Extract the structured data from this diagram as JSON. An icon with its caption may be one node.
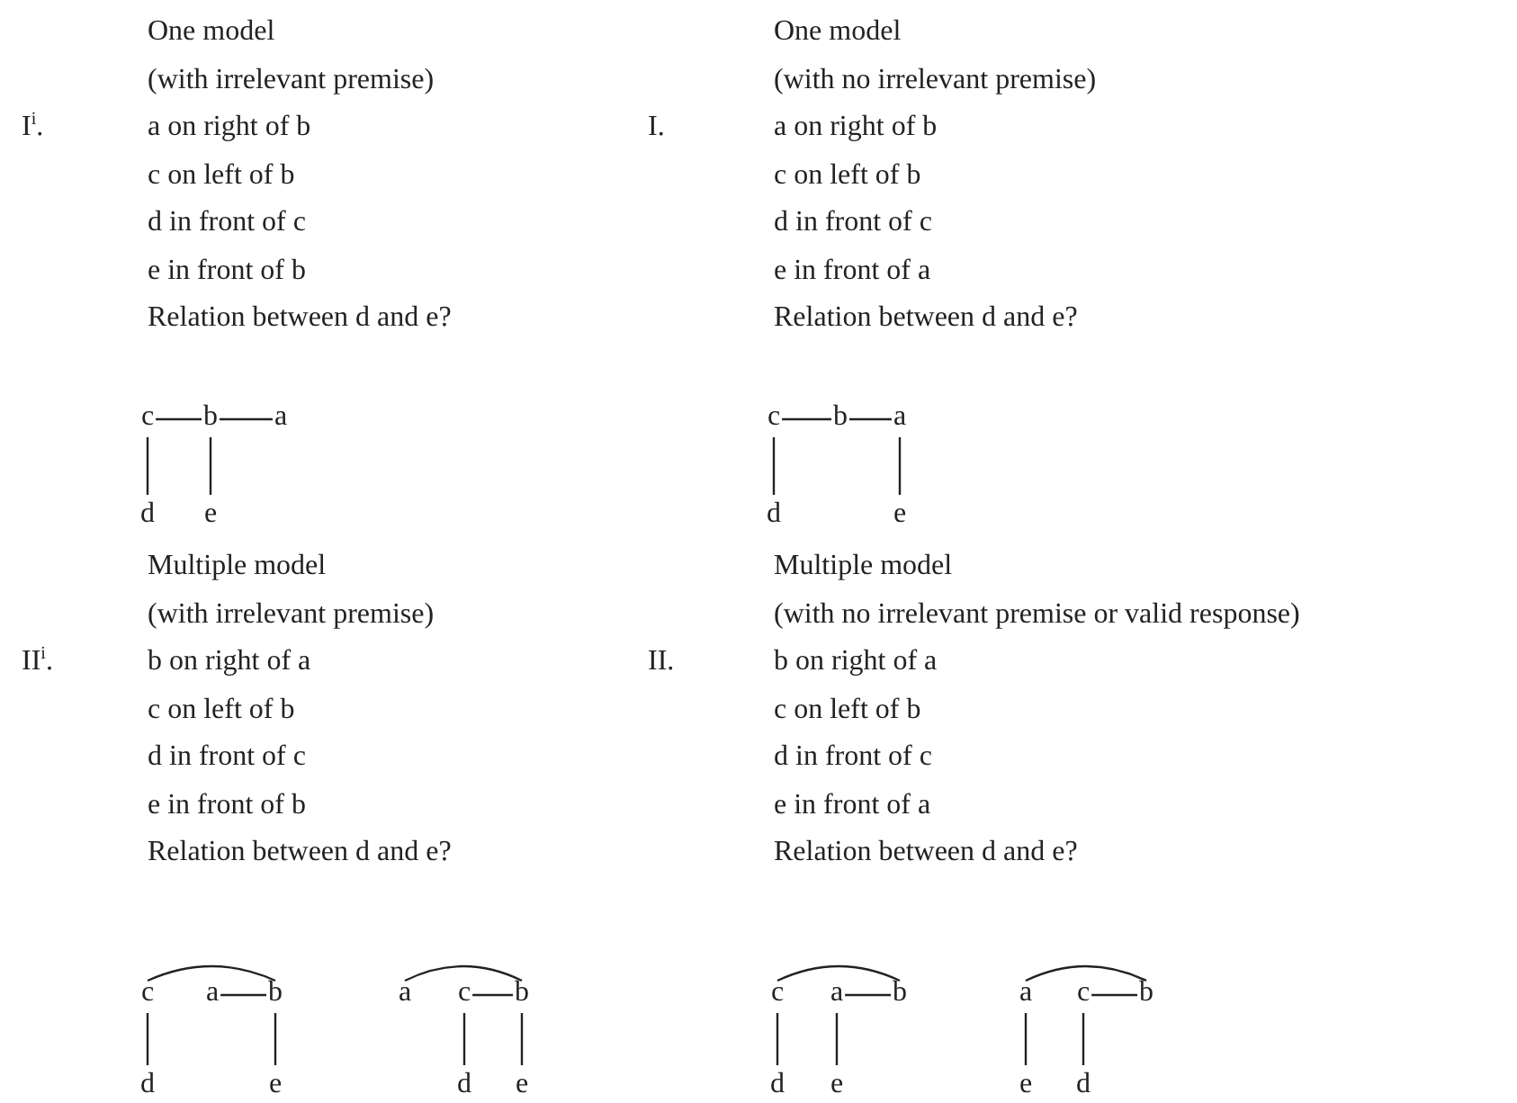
{
  "diagram": {
    "nodes": [
      {
        "text": [
          "c"
        ]
      },
      {
        "text": [
          "b"
        ]
      },
      {
        "text": [
          "a"
        ]
      },
      {
        "text": [
          "d"
        ]
      },
      {
        "text": [
          "e"
        ]
      },
      {
        "text": [
          "c"
        ]
      },
      {
        "text": [
          "b"
        ]
      },
      {
        "text": [
          "a"
        ]
      },
      {
        "text": [
          "d"
        ]
      },
      {
        "text": [
          "e"
        ]
      },
      {
        "text": [
          "c"
        ]
      },
      {
        "text": [
          "a"
        ]
      },
      {
        "text": [
          "b"
        ]
      },
      {
        "text": [
          "d"
        ]
      },
      {
        "text": [
          "e"
        ]
      },
      {
        "text": [
          "a"
        ]
      },
      {
        "text": [
          "c"
        ]
      },
      {
        "text": [
          "b"
        ]
      },
      {
        "text": [
          "d"
        ]
      },
      {
        "text": [
          "e"
        ]
      },
      {
        "text": [
          "c"
        ]
      },
      {
        "text": [
          "a"
        ]
      },
      {
        "text": [
          "b"
        ]
      },
      {
        "text": [
          "d"
        ]
      },
      {
        "text": [
          "e"
        ]
      },
      {
        "text": [
          "a"
        ]
      },
      {
        "text": [
          "c"
        ]
      },
      {
        "text": [
          "b"
        ]
      },
      {
        "text": [
          "e"
        ]
      },
      {
        "text": [
          "d"
        ]
      }
    ],
    "edges": [
      {
        "from": 0,
        "to": 1,
        "arrow": "none"
      },
      {
        "from": 1,
        "to": 2,
        "arrow": "none"
      },
      {
        "from": 0,
        "to": 3,
        "arrow": "none"
      },
      {
        "from": 1,
        "to": 4,
        "arrow": "none"
      },
      {
        "from": 5,
        "to": 6,
        "arrow": "none"
      },
      {
        "from": 6,
        "to": 7,
        "arrow": "none"
      },
      {
        "from": 5,
        "to": 8,
        "arrow": "none"
      },
      {
        "from": 7,
        "to": 9,
        "arrow": "none"
      },
      {
        "from": 10,
        "to": 12,
        "arrow": "none"
      },
      {
        "from": 11,
        "to": 12,
        "arrow": "none"
      },
      {
        "from": 10,
        "to": 13,
        "arrow": "none"
      },
      {
        "from": 12,
        "to": 14,
        "arrow": "none"
      },
      {
        "from": 15,
        "to": 17,
        "arrow": "none"
      },
      {
        "from": 16,
        "to": 17,
        "arrow": "none"
      },
      {
        "from": 16,
        "to": 18,
        "arrow": "none"
      },
      {
        "from": 17,
        "to": 19,
        "arrow": "none"
      },
      {
        "from": 20,
        "to": 22,
        "arrow": "none"
      },
      {
        "from": 21,
        "to": 22,
        "arrow": "none"
      },
      {
        "from": 20,
        "to": 23,
        "arrow": "none"
      },
      {
        "from": 21,
        "to": 24,
        "arrow": "none"
      },
      {
        "from": 25,
        "to": 27,
        "arrow": "none"
      },
      {
        "from": 26,
        "to": 27,
        "arrow": "none"
      },
      {
        "from": 25,
        "to": 28,
        "arrow": "none"
      },
      {
        "from": 26,
        "to": 29,
        "arrow": "none"
      }
    ],
    "labels": [
      "One model",
      "(with irrelevant premise)",
      "I$^{i}$.",
      "a on right of b",
      "c on left of b",
      "d in front of c",
      "e in front of b",
      "Relation between d and e?",
      "One model",
      "(with no irrelevant premise)",
      "I.",
      "a on right of b",
      "c on left of b",
      "d in front of c",
      "e in front of a",
      "Relation between d and e?",
      "Multiple model",
      "(with irrelevant premise)",
      "II$^{i}$.",
      "b on right of a",
      "c on left of b",
      "d in front of c",
      "e in front of b",
      "Relation between d and e?",
      "Multiple model",
      "(with no irrelevant premise or valid response)",
      "II.",
      "b on right of a",
      "c on left of b",
      "d in front of c",
      "e in front of a",
      "Relation between d and e?"
    ]
  }
}
